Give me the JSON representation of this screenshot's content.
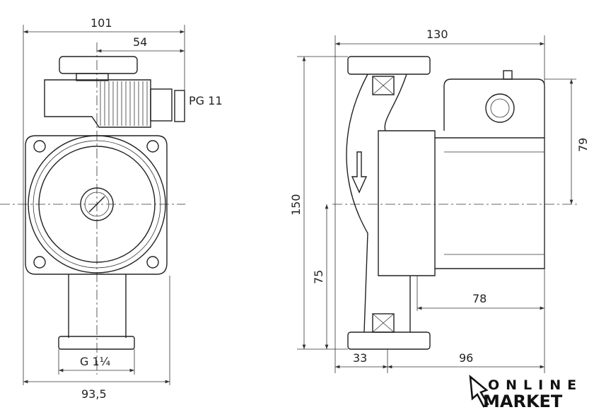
{
  "front_view": {
    "dim_overall_width": "101",
    "dim_axis_to_gland": "54",
    "cable_gland": "PG 11",
    "thread": "G 1¼",
    "dim_body_width": "93,5"
  },
  "side_view": {
    "dim_length": "130",
    "dim_height": "150",
    "dim_lower_half": "75",
    "dim_terminal_box": "79",
    "dim_motor": "78",
    "dim_flange_offset": "33",
    "dim_motor_length": "96"
  },
  "logo": {
    "line1": "ONLINE",
    "line2": "MARKET"
  }
}
